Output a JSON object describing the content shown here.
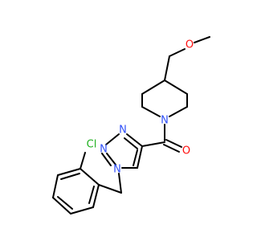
{
  "colors": {
    "bond": "#000000",
    "carbon": "#000000",
    "oxygen": "#ff0d0d",
    "nitrogen": "#3050f8",
    "chlorine": "#1fb01f",
    "background": "#ffffff"
  },
  "atoms": {
    "methoxy_oxygen": "O",
    "piperidine_nitrogen": "N",
    "carbonyl_oxygen": "O",
    "triazole_n3": "N",
    "triazole_n2": "N",
    "triazole_n1": "N",
    "chlorine": "Cl"
  }
}
